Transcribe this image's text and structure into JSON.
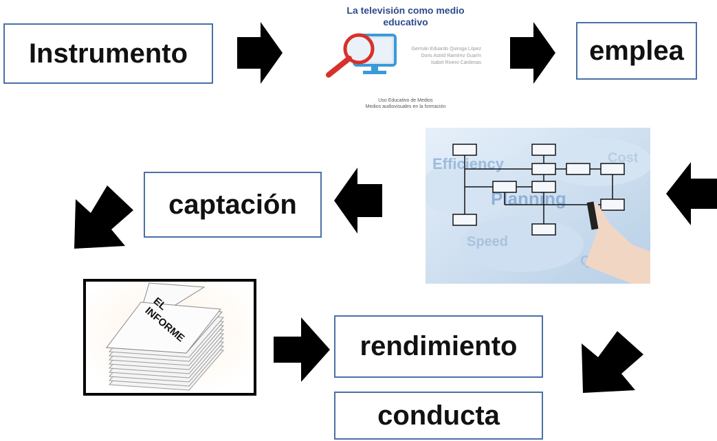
{
  "diagram": {
    "nodes": {
      "instrumento": "Instrumento",
      "emplea": "emplea",
      "captacion": "captación",
      "rendimiento": "rendimiento",
      "conducta": "conducta"
    },
    "tv_slide": {
      "title_line1": "La televisión como medio",
      "title_line2": "educativo",
      "authors": [
        "Germán Eduardo Quiroga López",
        "Doris Astrid Ramírez Guarín",
        "Isabel Rivero Cárdenas"
      ],
      "course_line1": "Uso Educativo de Medios",
      "course_line2": "Medios audiovisuales en la formación"
    },
    "flowchart_image": {
      "words": [
        "Efficiency",
        "Planning",
        "Cost",
        "Speed",
        "Quality"
      ]
    },
    "report_image": {
      "label_line1": "EL",
      "label_line2": "INFORME"
    },
    "icons": {
      "tv": "magnifier-monitor-icon",
      "flow": "flowchart-hand-icon",
      "report": "paper-stack-icon"
    },
    "colors": {
      "box_border": "#4a6fa5",
      "arrow": "#000000",
      "slide_title": "#2e4a8c",
      "magnifier": "#d8312b"
    }
  }
}
